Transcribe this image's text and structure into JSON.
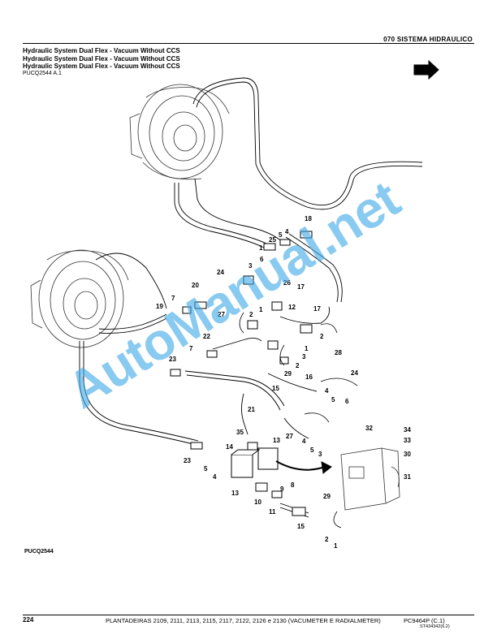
{
  "header": {
    "section_title": "070 SISTEMA HIDRAULICO",
    "titles": [
      "Hydraulic System Dual Flex - Vacuum Without CCS",
      "Hydraulic System Dual Flex - Vacuum Without CCS",
      "Hydraulic System Dual Flex - Vacuum Without CCS"
    ],
    "reference": "PUCQ2544 A.1"
  },
  "diagram": {
    "bottom_code": "PUCQ2544",
    "watermark": "AutoManual.net",
    "callouts": [
      "18",
      "25",
      "5",
      "4",
      "1",
      "6",
      "24",
      "3",
      "26",
      "20",
      "17",
      "19",
      "7",
      "27",
      "2",
      "1",
      "12",
      "17",
      "22",
      "2",
      "28",
      "23",
      "7",
      "1",
      "3",
      "29",
      "2",
      "16",
      "24",
      "15",
      "4",
      "5",
      "6",
      "21",
      "27",
      "35",
      "13",
      "4",
      "5",
      "3",
      "32",
      "34",
      "33",
      "30",
      "14",
      "23",
      "5",
      "4",
      "8",
      "31",
      "13",
      "9",
      "10",
      "29",
      "11",
      "15",
      "2",
      "1"
    ]
  },
  "footer": {
    "page_number": "224",
    "description": "PLANTADEIRAS 2109, 2111, 2113, 2115, 2117, 2122, 2126 e 2130 (VACUMETER E RADIALMETER)",
    "code": "PC9464P   (C.1)",
    "sub_code": "ST434342(6.2)"
  }
}
